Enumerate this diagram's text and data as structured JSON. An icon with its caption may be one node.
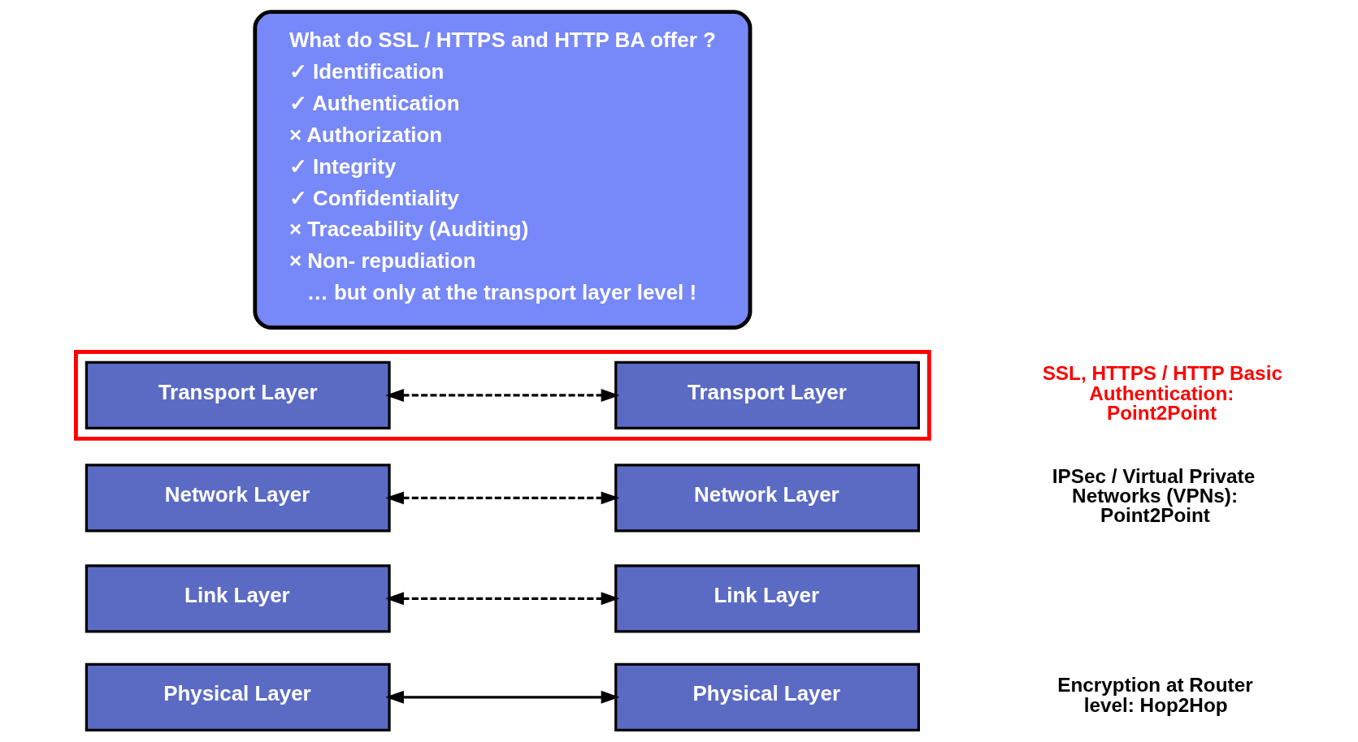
{
  "diagram": {
    "nodes": [
      {
        "text": [
          "What do SSL / HTTPS and HTTP BA offer ?",
          "✓ Identification",
          "✓ Authentication",
          "× Authorization",
          "✓ Integrity",
          "✓ Confidentiality",
          "× Traceability (Auditing)",
          "× Non- repudiation",
          "… but only at the transport layer level !"
        ]
      },
      {
        "text": [],
        "shape": "box"
      },
      {
        "text": [
          "Transport Layer"
        ],
        "in": 1
      },
      {
        "text": [
          "Transport Layer"
        ],
        "in": 1
      },
      {
        "text": [
          "Network Layer"
        ]
      },
      {
        "text": [
          "Network Layer"
        ]
      },
      {
        "text": [
          "Link Layer"
        ]
      },
      {
        "text": [
          "Link Layer"
        ]
      },
      {
        "text": [
          "Physical Layer"
        ]
      },
      {
        "text": [
          "Physical Layer"
        ]
      }
    ],
    "edges": [
      {
        "from": 2,
        "to": 3,
        "arrow": "both",
        "style": "dashed"
      },
      {
        "from": 4,
        "to": 5,
        "arrow": "both",
        "style": "dashed"
      },
      {
        "from": 6,
        "to": 7,
        "arrow": "both",
        "style": "dashed"
      },
      {
        "from": 8,
        "to": 9,
        "arrow": "both"
      }
    ],
    "labels": [
      "SSL, HTTPS / HTTP Basic Authentication: Point2Point",
      "IPSec / Virtual Private Networks (VPNs): Point2Point",
      "Encryption at Router level: Hop2Hop"
    ]
  }
}
